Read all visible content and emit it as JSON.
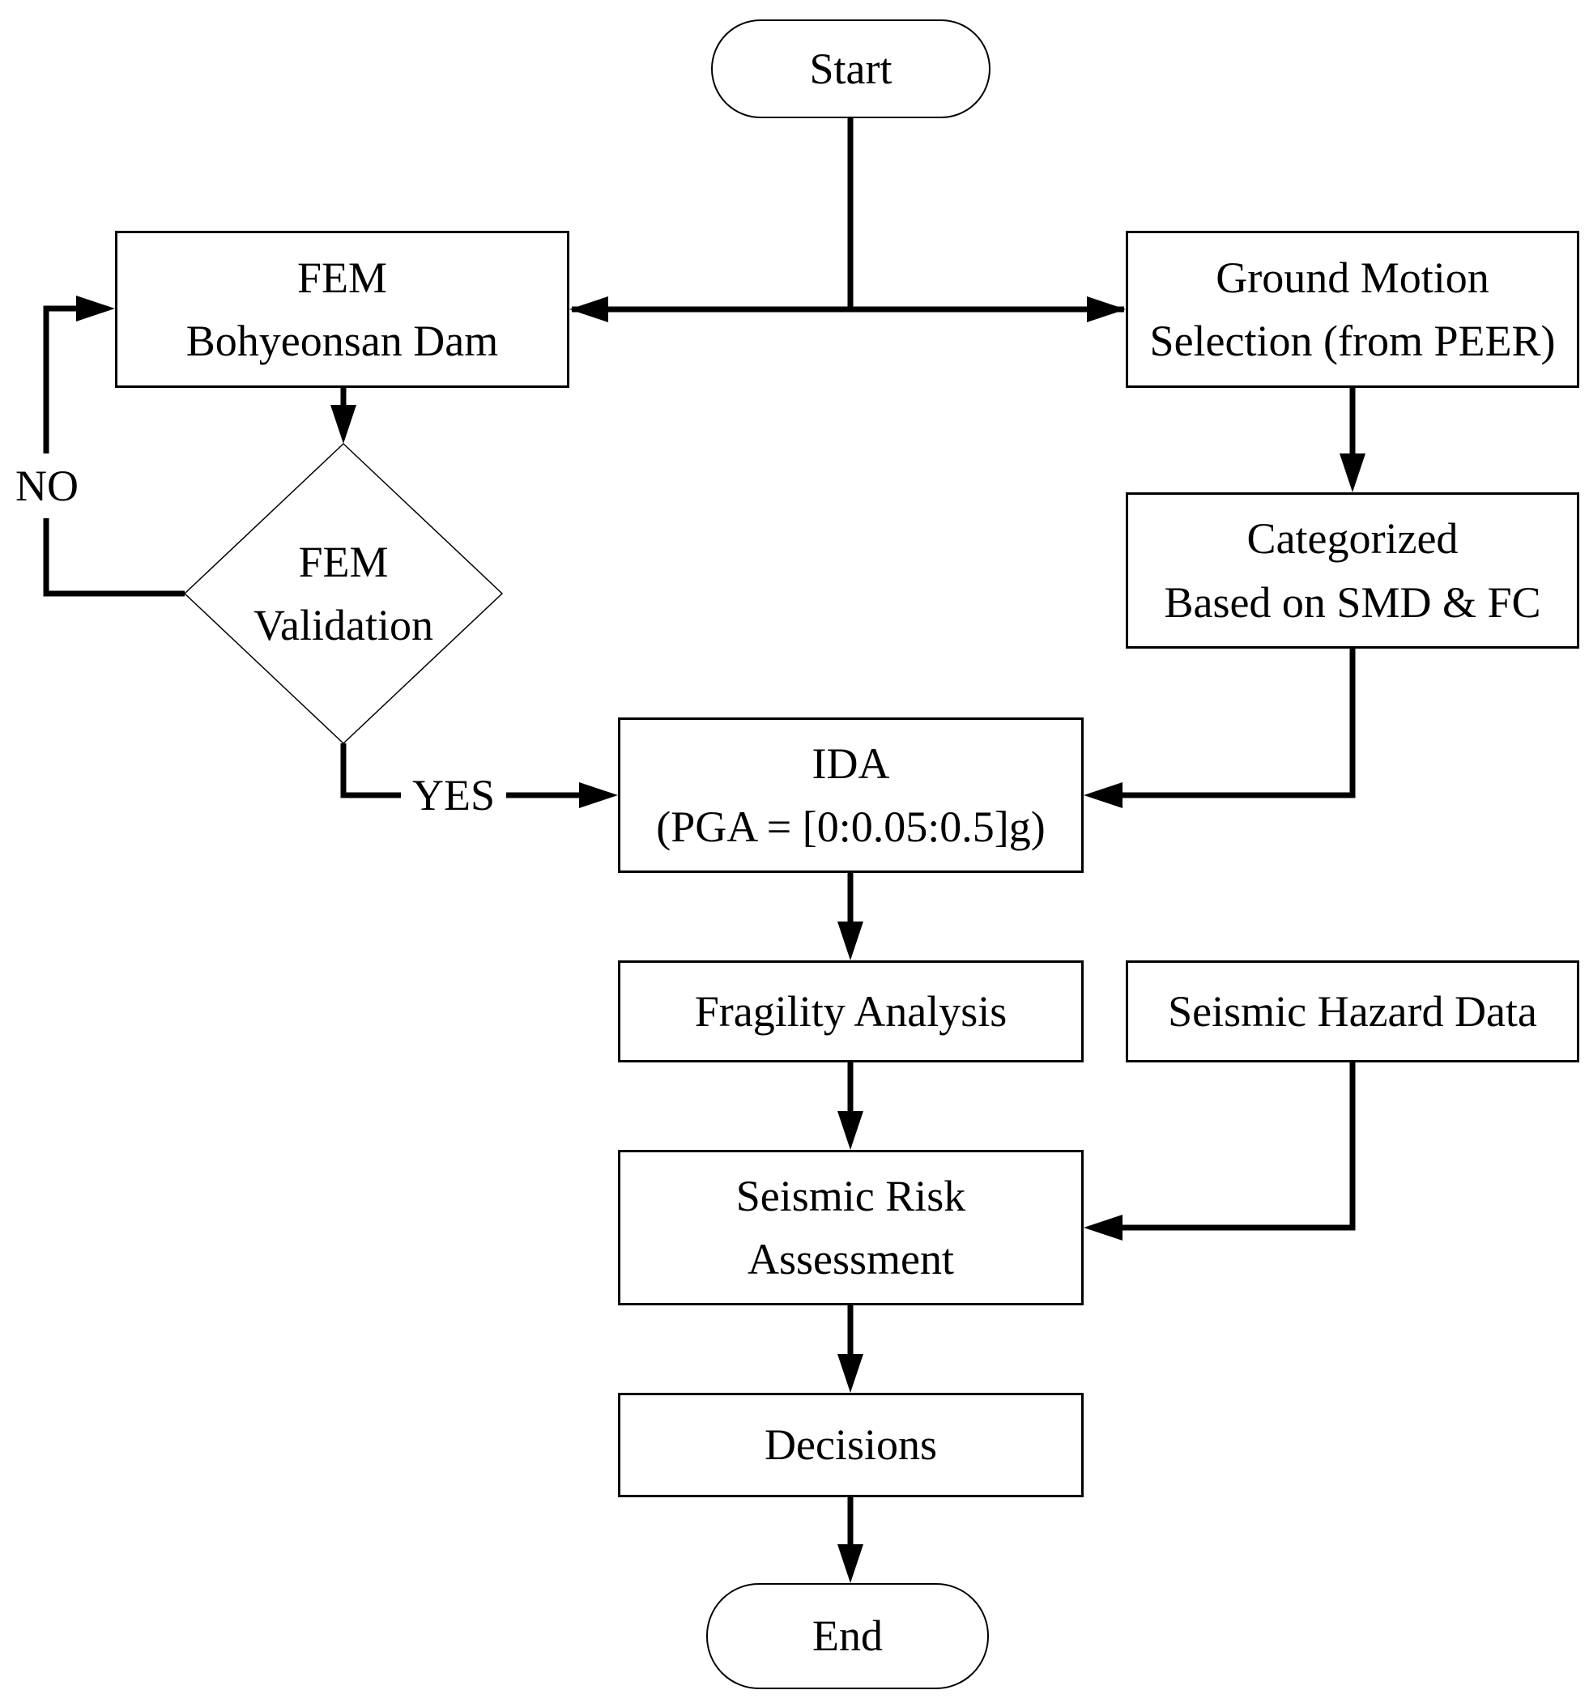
{
  "colors": {
    "background": "#ffffff",
    "line": "#000000",
    "text": "#000000"
  },
  "nodes": {
    "start": {
      "type": "terminator",
      "label": "Start"
    },
    "fem_dam": {
      "type": "process",
      "line1": "FEM",
      "line2": "Bohyeonsan Dam"
    },
    "ground_motion": {
      "type": "process",
      "line1": "Ground Motion",
      "line2": "Selection (from PEER)"
    },
    "fem_validation": {
      "type": "decision",
      "line1": "FEM",
      "line2": "Validation"
    },
    "categorized": {
      "type": "process",
      "line1": "Categorized",
      "line2": "Based on SMD & FC"
    },
    "ida": {
      "type": "process",
      "line1": "IDA",
      "line2": "(PGA = [0:0.05:0.5]g)"
    },
    "fragility": {
      "type": "process",
      "label": "Fragility Analysis"
    },
    "seismic_hazard": {
      "type": "process",
      "label": "Seismic Hazard Data"
    },
    "risk_assessment": {
      "type": "process",
      "line1": "Seismic Risk",
      "line2": "Assessment"
    },
    "decisions": {
      "type": "process",
      "label": "Decisions"
    },
    "end": {
      "type": "terminator",
      "label": "End"
    }
  },
  "edge_labels": {
    "no": "NO",
    "yes": "YES"
  }
}
